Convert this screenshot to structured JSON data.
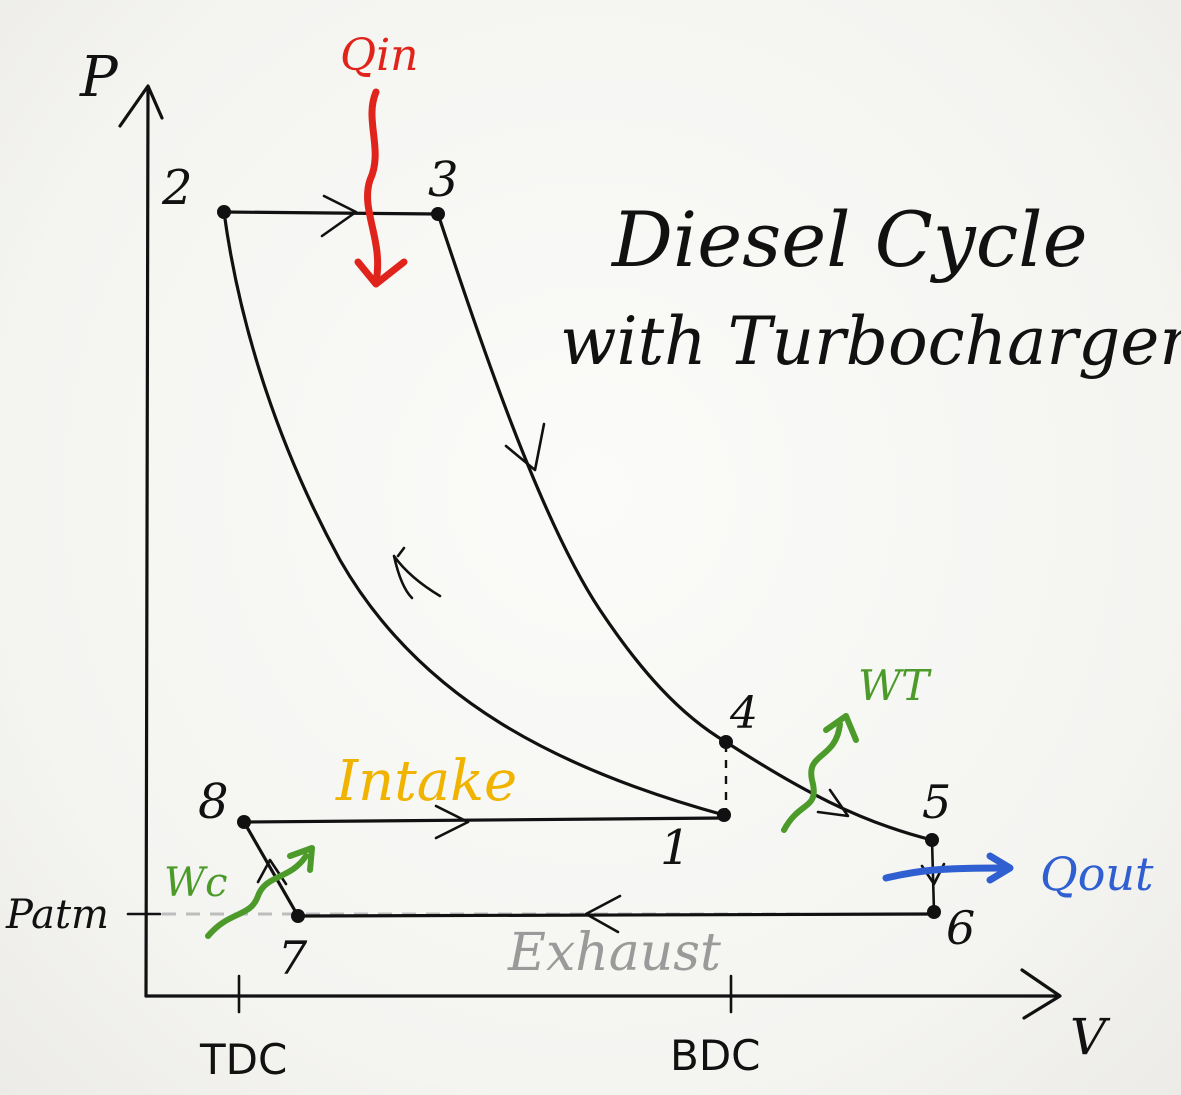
{
  "diagram": {
    "title_line1": "Diesel Cycle",
    "title_line2": "with Turbocharger",
    "axis_y_label": "P",
    "axis_x_label": "V",
    "tick_tdc": "TDC",
    "tick_bdc": "BDC",
    "patm_label": "Patm",
    "q_in_label": "Qin",
    "q_out_label": "Qout",
    "w_t_label": "WT",
    "w_c_label": "Wc",
    "intake_label": "Intake",
    "exhaust_label": "Exhaust",
    "points": [
      "1",
      "2",
      "3",
      "4",
      "5",
      "6",
      "7",
      "8"
    ],
    "colors": {
      "ink": "#111111",
      "q_in": "#e0241b",
      "q_out": "#2f5fd0",
      "work": "#4c9a2a",
      "intake": "#f0b400",
      "exhaust": "#9a9a9a",
      "patm_line": "#bdbdbd"
    }
  }
}
